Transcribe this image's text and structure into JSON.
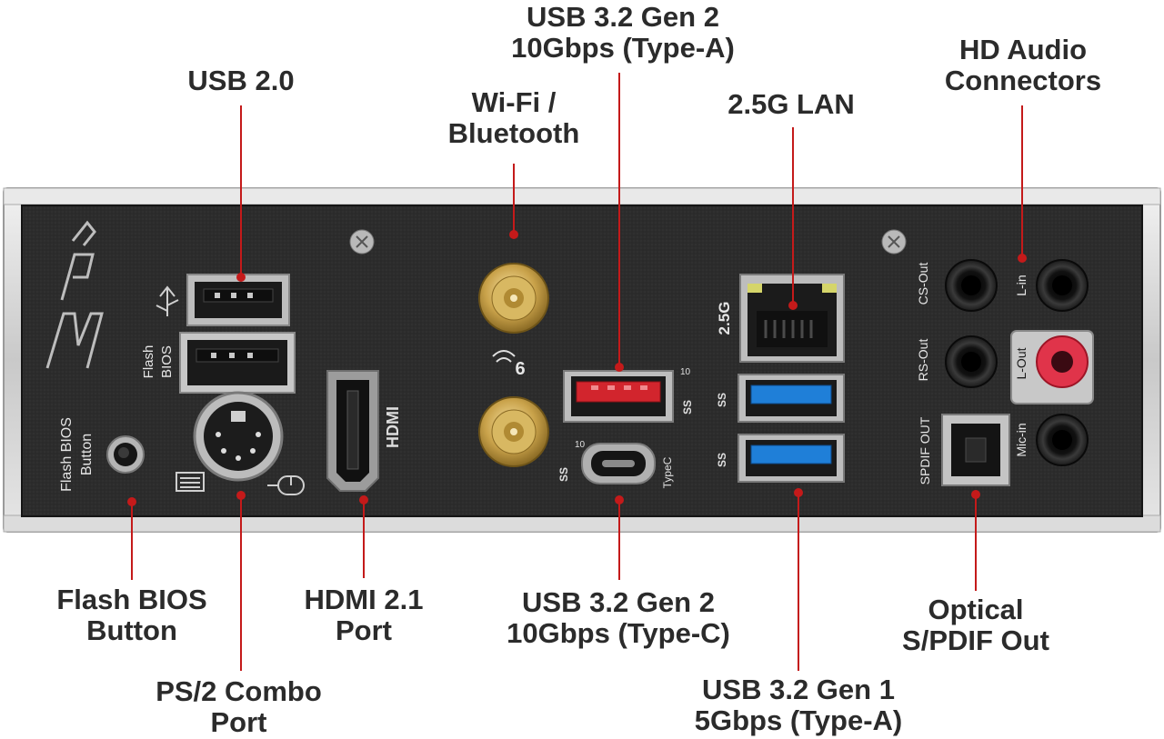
{
  "callouts": {
    "usb2": {
      "line1": "USB 2.0"
    },
    "wifi": {
      "line1": "Wi-Fi /",
      "line2": "Bluetooth"
    },
    "usb32g2a": {
      "line1": "USB 3.2 Gen 2",
      "line2": "10Gbps (Type-A)"
    },
    "lan": {
      "line1": "2.5G LAN"
    },
    "audio": {
      "line1": "HD Audio",
      "line2": "Connectors"
    },
    "flash_bios": {
      "line1": "Flash BIOS",
      "line2": "Button"
    },
    "ps2": {
      "line1": "PS/2 Combo",
      "line2": "Port"
    },
    "hdmi": {
      "line1": "HDMI 2.1",
      "line2": "Port"
    },
    "usb32g2c": {
      "line1": "USB 3.2 Gen 2",
      "line2": "10Gbps (Type-C)"
    },
    "usb32g1": {
      "line1": "USB 3.2 Gen 1",
      "line2": "5Gbps (Type-A)"
    },
    "optical": {
      "line1": "Optical",
      "line2": "S/PDIF Out"
    }
  },
  "panel_labels": {
    "flash_bios_button": [
      "Flash BIOS",
      "Button"
    ],
    "flash_bios_port": [
      "Flash",
      "BIOS"
    ],
    "hdmi_logo": "HDMI",
    "lan_speed": "2.5G",
    "typec": "TypeC",
    "gen_10a": "10",
    "gen_10c": "10",
    "ss": "SS",
    "spdif_out": "SPDIF OUT",
    "cs_out": "CS-Out",
    "rs_out": "RS-Out",
    "l_in": "L-in",
    "l_out": "L-Out",
    "mic_in": "Mic-in",
    "wifi_gen": "6"
  },
  "colors": {
    "callout_line": "#c41a1a",
    "panel": "#2e2e2e",
    "usb2_port": "#1a1a1a",
    "usb_gen2_red": "#d2252d",
    "usb_gen1_blue": "#1f7fd8",
    "antenna_gold": "#c9a24a",
    "l_out_pink": "#e0344a"
  }
}
